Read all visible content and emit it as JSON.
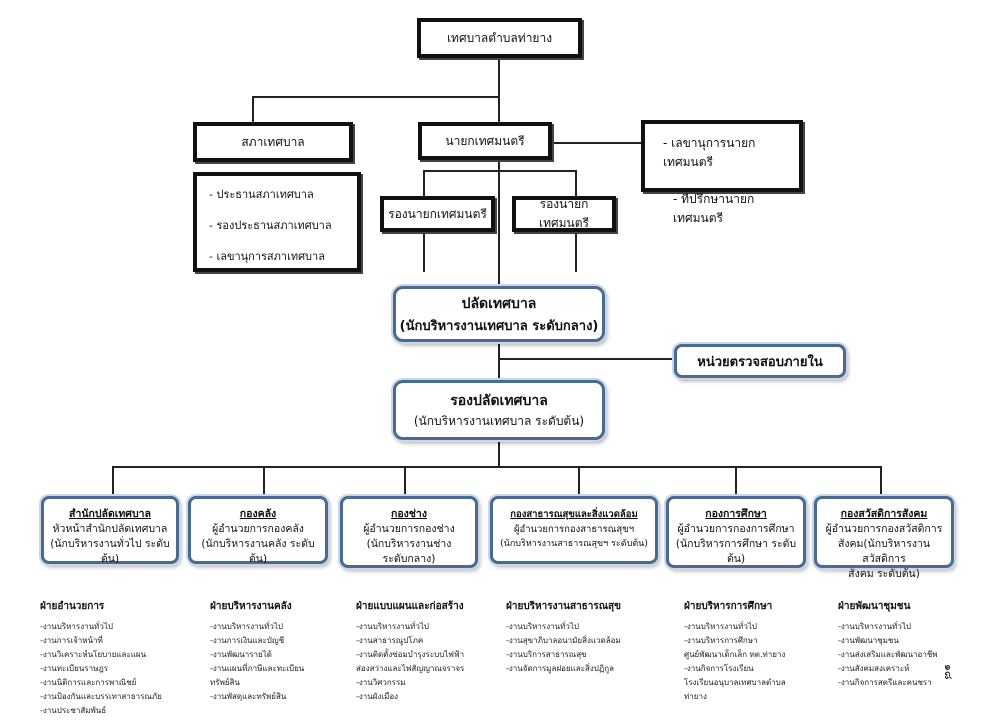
{
  "top": {
    "title": "เทศบาลตำบลท่ายาง"
  },
  "council": {
    "title": "สภาเทศบาล",
    "members": [
      "- ประธานสภาเทศบาล",
      "- รองประธานสภาเทศบาล",
      "- เลขานุการสภาเทศบาล"
    ]
  },
  "mayor": {
    "title": "นายกเทศมนตรี"
  },
  "advisors": {
    "items": [
      "- เลขานุการนายกเทศมนตรี",
      "- ที่ปรึกษานายกเทศมนตรี"
    ]
  },
  "deputy_mayors": [
    "รองนายกเทศมนตรี",
    "รองนายกเทศมนตรี"
  ],
  "clerk": {
    "line1": "ปลัดเทศบาล",
    "line2": "(นักบริหารงานเทศบาล ระดับกลาง)"
  },
  "audit": {
    "title": "หน่วยตรวจสอบภายใน"
  },
  "deputy_clerk": {
    "line1": "รองปลัดเทศบาล",
    "line2": "(นักบริหารงานเทศบาล ระดับต้น)"
  },
  "departments": [
    {
      "name": "สำนักปลัดเทศบาล",
      "lines": [
        "หัวหน้าสำนักปลัดเทศบาล",
        "(นักบริหารงานทั่วไป ระดับต้น)"
      ]
    },
    {
      "name": "กองคลัง",
      "lines": [
        "ผู้อำนวยการกองคลัง",
        "(นักบริหารงานคลัง ระดับต้น)"
      ]
    },
    {
      "name": "กองช่าง",
      "lines": [
        "ผู้อำนวยการกองช่าง",
        "(นักบริหารงานช่าง",
        "ระดับกลาง)"
      ]
    },
    {
      "name": "กองสาธารณสุขและสิ่งแวดล้อม",
      "lines": [
        "ผู้อำนวยการกองสาธารณสุขฯ",
        "(นักบริหารงานสาธารณสุขฯ ระดับต้น)"
      ]
    },
    {
      "name": "กองการศึกษา",
      "lines": [
        "ผู้อำนวยการกองการศึกษา",
        "(นักบริหารการศึกษา ระดับ",
        "ต้น)"
      ]
    },
    {
      "name": "กองสวัสดิการสังคม",
      "lines": [
        "ผู้อำนวยการกองสวัสดิการ",
        "สังคม(นักบริหารงานสวัสดิการ",
        "สังคม ระดับต้น)"
      ]
    }
  ],
  "sections": [
    {
      "heading": "ฝ่ายอำนวยการ",
      "items": [
        "-งานบริหารงานทั่วไป",
        "-งานการเจ้าหน้าที่",
        "-งานวิเคราะห์นโยบายและแผน",
        "-งานทะเบียนราษฎร",
        "-งานนิติการและการพาณิชย์",
        "-งานป้องกันและบรรเทาสาธารณภัย",
        "-งานประชาสัมพันธ์"
      ]
    },
    {
      "heading": "ฝ่ายบริหารงานคลัง",
      "items": [
        "-งานบริหารงานทั่วไป",
        "-งานการเงินและบัญชี",
        "-งานพัฒนารายได้",
        "-งานแผนที่ภาษีและทะเบียน",
        "ทรัพย์สิน",
        "-งานพัสดุและทรัพย์สิน"
      ]
    },
    {
      "heading": "ฝ่ายแบบแผนและก่อสร้าง",
      "items": [
        "-งานบริหารงานทั่วไป",
        "-งานสาธารณูปโภค",
        "-งานติดตั้งซ่อมบำรุงระบบไฟฟ้า",
        "ส่องสว่างและไฟสัญญาณจราจร",
        "-งานวิศวกรรม",
        "-งานผังเมือง"
      ]
    },
    {
      "heading": "ฝ่ายบริหารงานสาธารณสุข",
      "items": [
        "-งานบริหารงานทั่วไป",
        "-งานสุขาภิบาลอนามัยสิ่งแวดล้อม",
        "-งานบริการสาธารณสุข",
        "-งานจัดการมูลฝอยและสิ่งปฏิกูล"
      ]
    },
    {
      "heading": "ฝ่ายบริหารการศึกษา",
      "items": [
        "-งานบริหารงานทั่วไป",
        "-งานบริหารการศึกษา",
        "ศูนย์พัฒนาเด็กเล็ก ทต.ท่ายาง",
        "-งานกิจการโรงเรียน",
        "โรงเรียนอนุบาลเทศบาลตำบล",
        "ท่ายาง"
      ]
    },
    {
      "heading": "ฝ่ายพัฒนาชุมชน",
      "items": [
        "-งานบริหารงานทั่วไป",
        "-งานพัฒนาชุมชน",
        "-งานส่งเสริมและพัฒนาอาชีพ",
        "-งานสังคมสงเคราะห์",
        "-งานกิจการสตรีและคนชรา"
      ]
    }
  ],
  "page_number": "๑๘"
}
